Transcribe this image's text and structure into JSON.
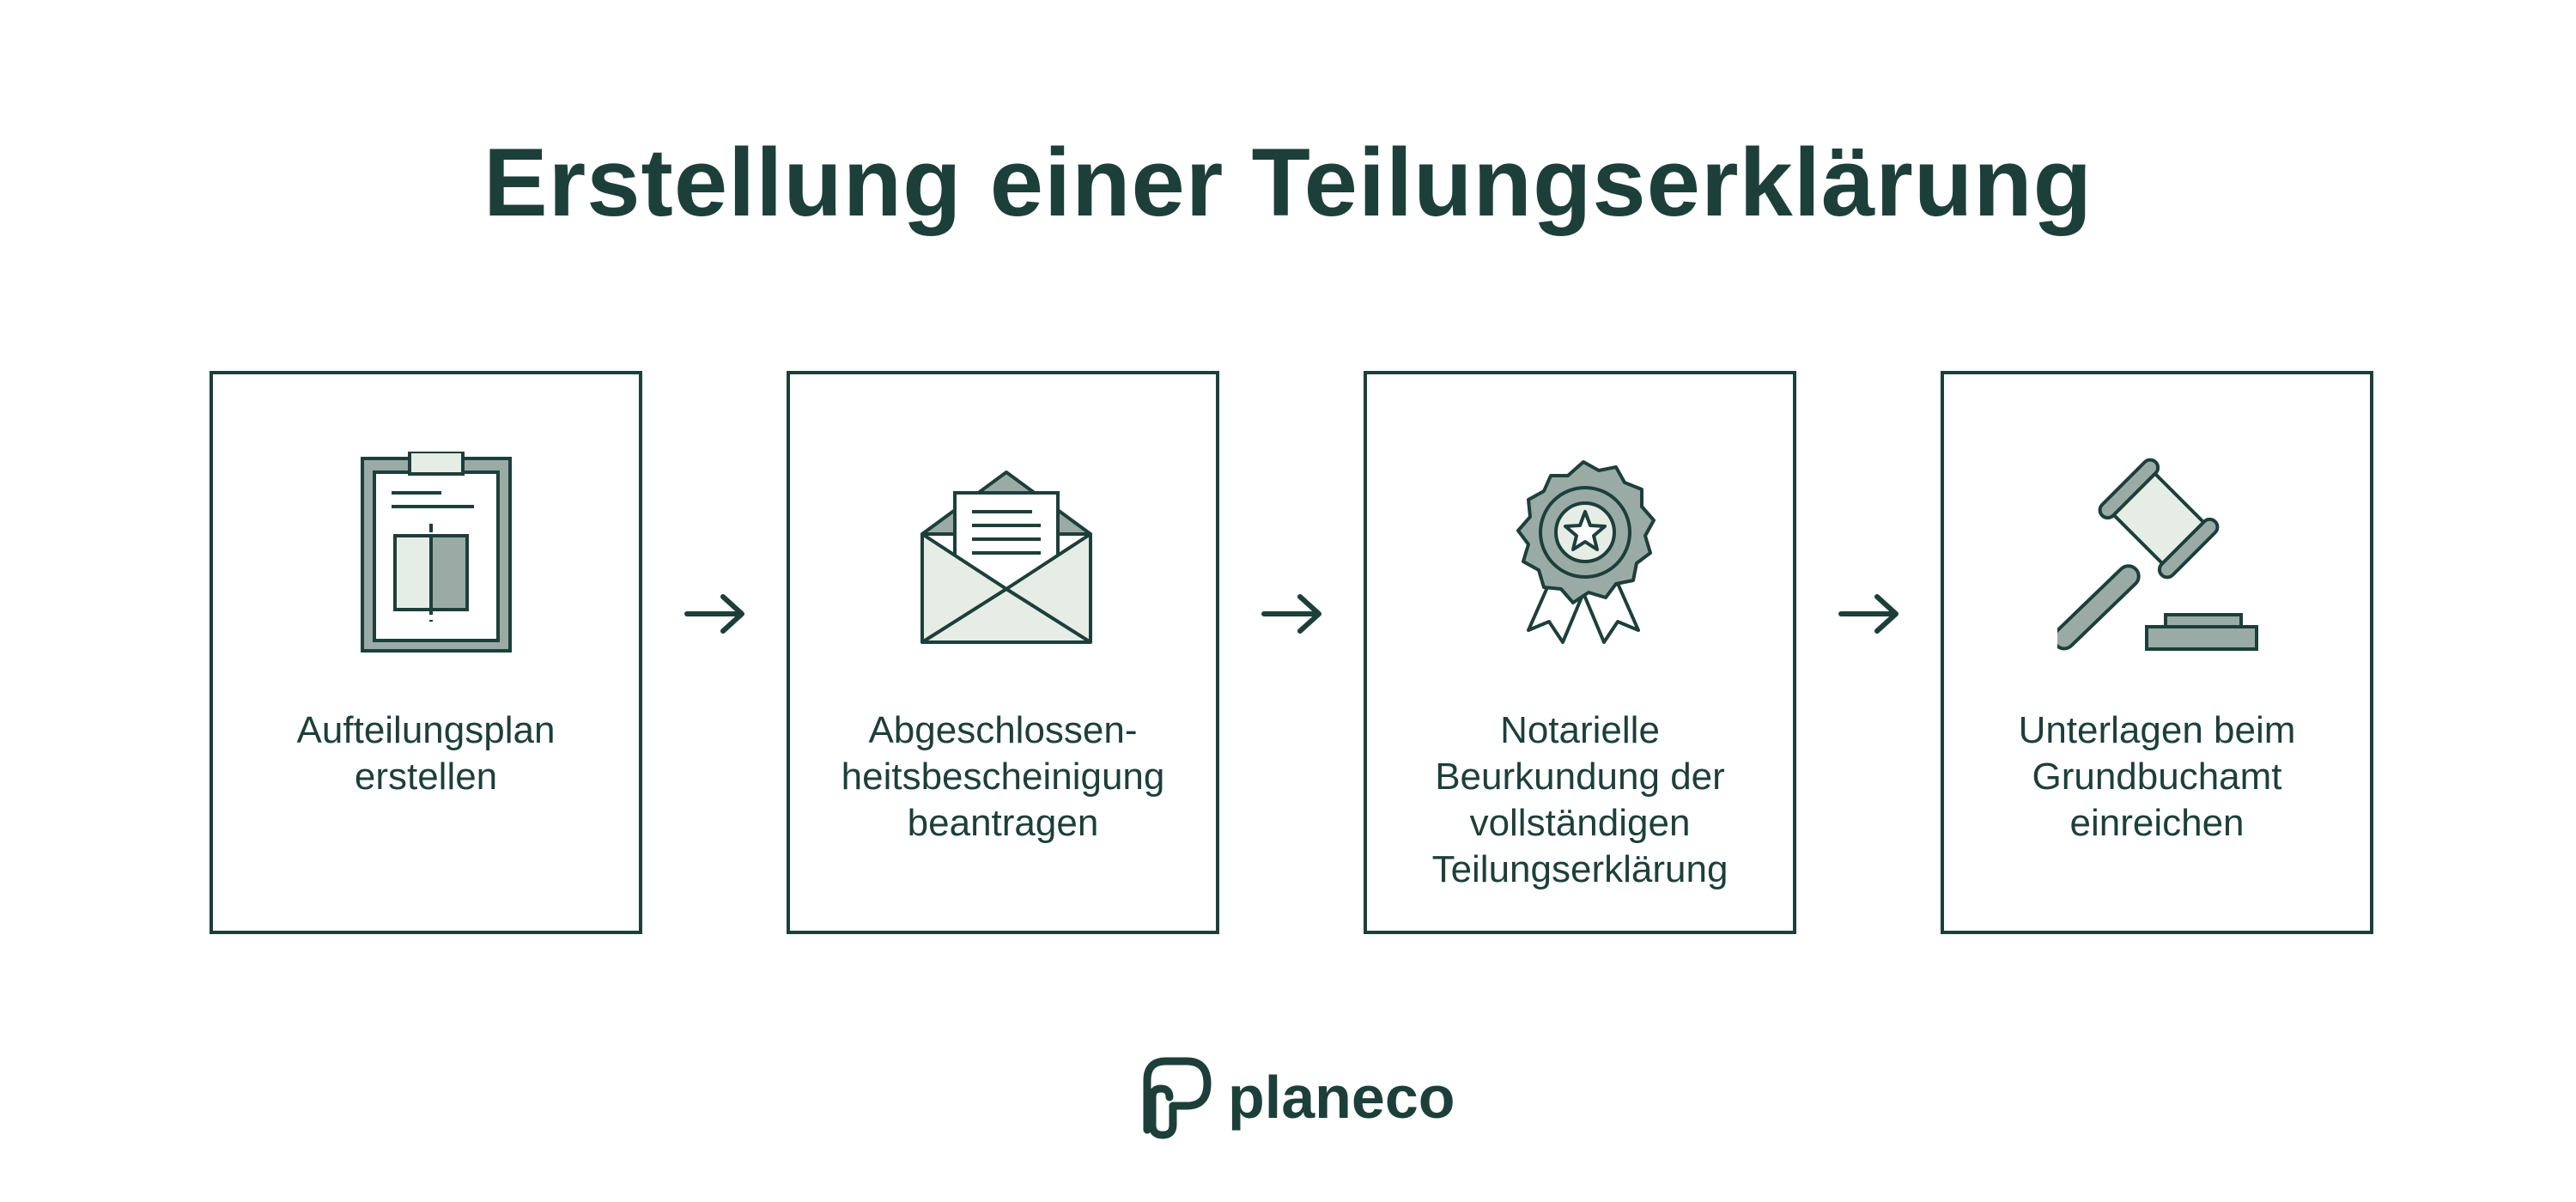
{
  "title": "Erstellung einer Teilungserklärung",
  "steps": [
    {
      "label": "Aufteilungsplan\nerstellen",
      "icon": "clipboard-plan-icon"
    },
    {
      "label": "Abgeschlossen-\nheitsbescheinigung\nbeantragen",
      "icon": "open-envelope-icon"
    },
    {
      "label": "Notarielle\nBeurkundung der\nvollständigen\nTeilungserklärung",
      "icon": "award-seal-icon"
    },
    {
      "label": "Unterlagen beim\nGrundbuchamt\neinreichen",
      "icon": "judge-gavel-icon"
    }
  ],
  "arrow_icon": "arrow-right-icon",
  "brand": {
    "name": "planeco",
    "logo_icon": "planeco-logo-icon"
  },
  "colors": {
    "primary": "#1d3f3a",
    "mid_green": "#9aaba5",
    "light_green": "#e6ece6",
    "background": "#ffffff"
  }
}
